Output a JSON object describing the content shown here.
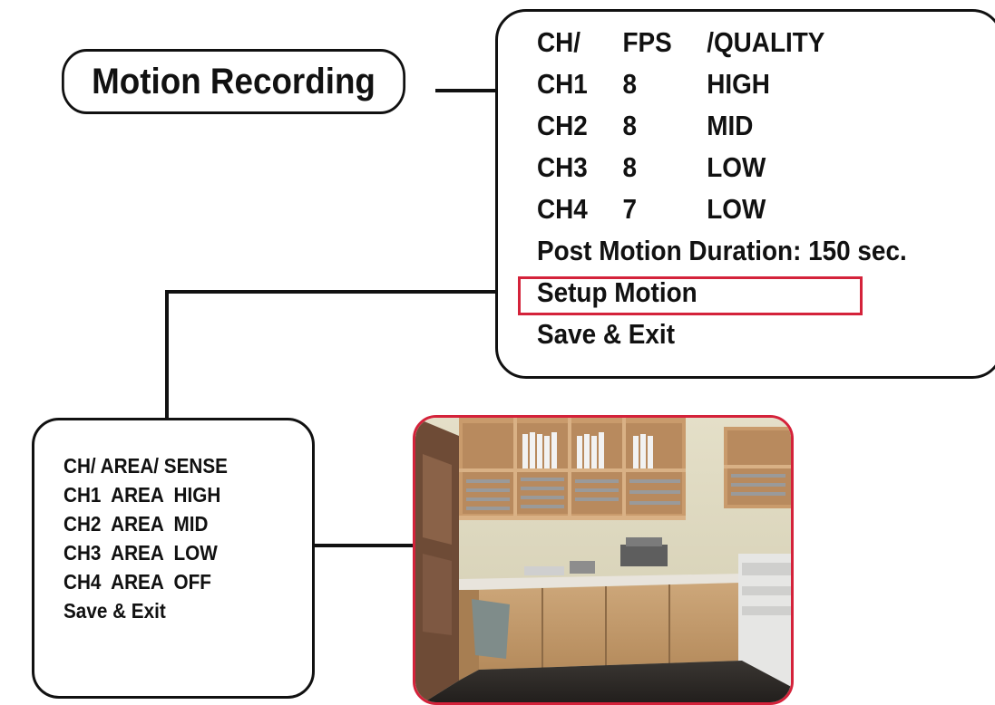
{
  "title": "Motion Recording",
  "recording_menu": {
    "header": [
      "CH/",
      "FPS",
      "/QUALITY"
    ],
    "channels": [
      {
        "ch": "CH1",
        "fps": "8",
        "quality": "HIGH"
      },
      {
        "ch": "CH2",
        "fps": "8",
        "quality": "MID"
      },
      {
        "ch": "CH3",
        "fps": "8",
        "quality": "LOW"
      },
      {
        "ch": "CH4",
        "fps": "7",
        "quality": "LOW"
      }
    ],
    "post_motion": "Post Motion Duration: 150 sec.",
    "setup_motion": "Setup Motion",
    "save_exit": "Save & Exit"
  },
  "motion_menu": {
    "header": "CH/ AREA/ SENSE",
    "channels": [
      "CH1  AREA  HIGH",
      "CH2  AREA  MID",
      "CH3  AREA  LOW",
      "CH4  AREA  OFF"
    ],
    "save_exit": "Save & Exit"
  },
  "colors": {
    "highlight": "#d4223a",
    "line": "#111111"
  }
}
